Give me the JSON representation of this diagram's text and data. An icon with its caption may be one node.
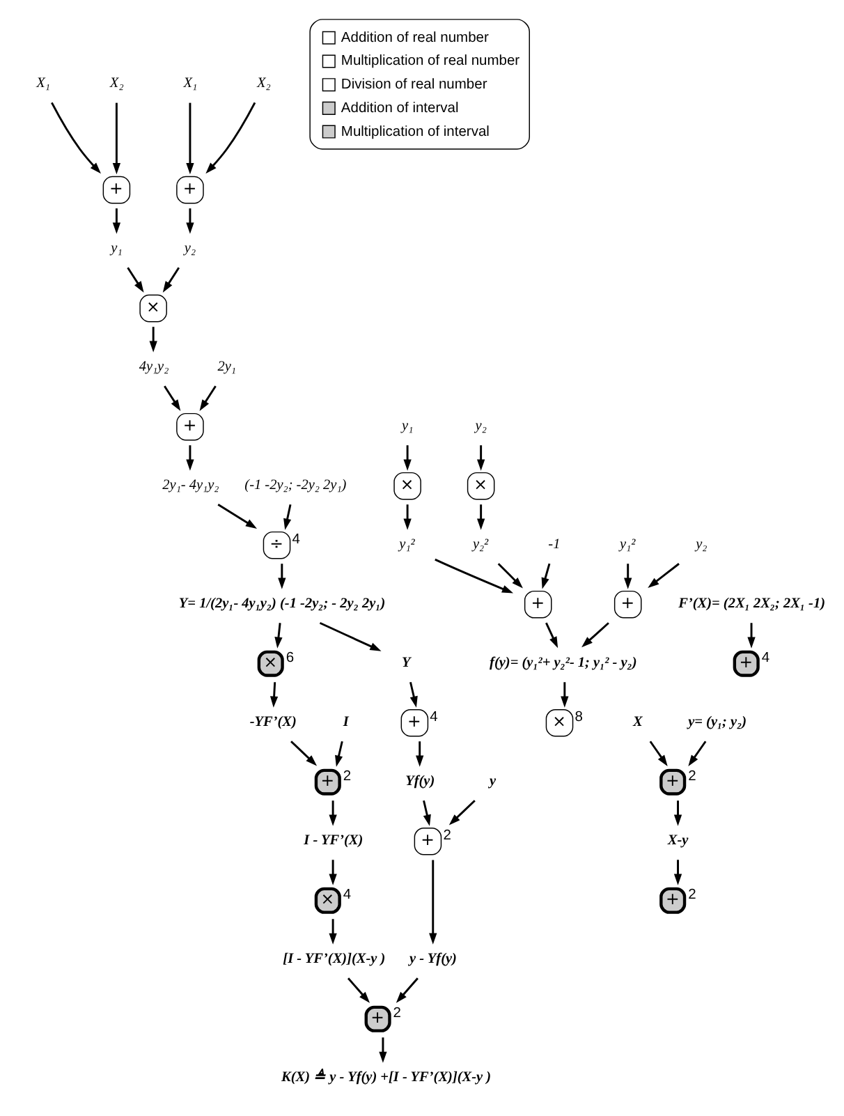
{
  "diagram": {
    "nodes": [
      {
        "text": [
          "X₁"
        ]
      },
      {
        "text": [
          "X₂"
        ]
      },
      {
        "text": [
          "X₁"
        ]
      },
      {
        "text": [
          "X₂"
        ]
      },
      {
        "text": [
          "+"
        ]
      },
      {
        "text": [
          "+"
        ]
      },
      {
        "text": [
          "y₁"
        ]
      },
      {
        "text": [
          "y₂"
        ]
      },
      {
        "text": [
          "×"
        ]
      },
      {
        "text": [
          "2y₁"
        ]
      },
      {
        "text": [
          "4y₁y₂"
        ]
      },
      {
        "text": [
          "+"
        ]
      },
      {
        "text": [
          "y₁"
        ]
      },
      {
        "text": [
          "y₂"
        ]
      },
      {
        "text": [
          "2y₁- 4y₁y₂"
        ]
      },
      {
        "text": [
          "(-1 -2y₂; -2y₂ 2y₁)"
        ]
      },
      {
        "text": [
          "×"
        ]
      },
      {
        "text": [
          "×"
        ]
      },
      {
        "text": [
          "÷"
        ],
        "beside": [
          "4"
        ]
      },
      {
        "text": [
          "y₁²"
        ]
      },
      {
        "text": [
          "y₂²"
        ]
      },
      {
        "text": [
          "-1"
        ]
      },
      {
        "text": [
          "y₁²"
        ]
      },
      {
        "text": [
          "y₂"
        ]
      },
      {
        "text": [
          "Y= 1/(2y₁- 4y₁y₂) (-1 -2y₂; - 2y₂ 2y₁)"
        ]
      },
      {
        "text": [
          "F’(X)= (2X₁ 2X₂; 2X₁ -1)"
        ]
      },
      {
        "text": [
          "+"
        ]
      },
      {
        "text": [
          "+"
        ]
      },
      {
        "text": [
          "×"
        ],
        "beside": [
          "6"
        ]
      },
      {
        "text": [
          "+"
        ],
        "beside": [
          "4"
        ]
      },
      {
        "text": [
          "f(y)= (y₁²+ y₂²- 1; y₁² - y₂)"
        ]
      },
      {
        "text": [
          "Y"
        ]
      },
      {
        "text": [
          "I"
        ]
      },
      {
        "text": [
          "-YF’(X)"
        ]
      },
      {
        "text": [
          "X"
        ]
      },
      {
        "text": [
          "y= (y₁; y₂)"
        ]
      },
      {
        "text": [
          "×"
        ],
        "beside": [
          "8"
        ]
      },
      {
        "text": [
          "+"
        ],
        "beside": [
          "4"
        ]
      },
      {
        "text": [
          "+"
        ],
        "beside": [
          "2"
        ]
      },
      {
        "text": [
          "+"
        ],
        "beside": [
          "2"
        ]
      },
      {
        "text": [
          "y"
        ]
      },
      {
        "text": [
          "Yf(y)"
        ]
      },
      {
        "text": [
          "I - YF’(X)"
        ]
      },
      {
        "text": [
          "X-y"
        ]
      },
      {
        "text": [
          "+"
        ],
        "beside": [
          "2"
        ]
      },
      {
        "text": [
          "×"
        ],
        "beside": [
          "4"
        ]
      },
      {
        "text": [
          "+"
        ],
        "beside": [
          "2"
        ]
      },
      {
        "text": [
          "y - Yf(y)"
        ]
      },
      {
        "text": [
          "[I - YF’(X)](X-y )"
        ]
      },
      {
        "text": [
          "+"
        ],
        "beside": [
          "2"
        ]
      },
      {
        "text": [
          "K(X) ≜ y - Yf(y) +[I - YF’(X)](X-y )"
        ]
      }
    ],
    "edges": [
      {
        "from": 0,
        "to": 4,
        "arrow": "to"
      },
      {
        "from": 1,
        "to": 4,
        "arrow": "to"
      },
      {
        "from": 2,
        "to": 5,
        "arrow": "to"
      },
      {
        "from": 3,
        "to": 5,
        "arrow": "to"
      },
      {
        "from": 4,
        "to": 6,
        "arrow": "to"
      },
      {
        "from": 5,
        "to": 7,
        "arrow": "to"
      },
      {
        "from": 6,
        "to": 8,
        "arrow": "to"
      },
      {
        "from": 7,
        "to": 8,
        "arrow": "to"
      },
      {
        "from": 8,
        "to": 10,
        "arrow": "to"
      },
      {
        "from": 9,
        "to": 11,
        "arrow": "to"
      },
      {
        "from": 10,
        "to": 11,
        "arrow": "to"
      },
      {
        "from": 11,
        "to": 14,
        "arrow": "to"
      },
      {
        "from": 12,
        "to": 16,
        "arrow": "to"
      },
      {
        "from": 13,
        "to": 17,
        "arrow": "to"
      },
      {
        "from": 16,
        "to": 19,
        "arrow": "to"
      },
      {
        "from": 17,
        "to": 20,
        "arrow": "to"
      },
      {
        "from": 14,
        "to": 18,
        "arrow": "to"
      },
      {
        "from": 15,
        "to": 18,
        "arrow": "to"
      },
      {
        "from": 18,
        "to": 24,
        "arrow": "to"
      },
      {
        "from": 19,
        "to": 26,
        "arrow": "to"
      },
      {
        "from": 20,
        "to": 26,
        "arrow": "to"
      },
      {
        "from": 21,
        "to": 26,
        "arrow": "to"
      },
      {
        "from": 22,
        "to": 27,
        "arrow": "to"
      },
      {
        "from": 23,
        "to": 27,
        "arrow": "to"
      },
      {
        "from": 26,
        "to": 30,
        "arrow": "to"
      },
      {
        "from": 27,
        "to": 30,
        "arrow": "to"
      },
      {
        "from": 24,
        "to": 31,
        "arrow": "to"
      },
      {
        "from": 24,
        "to": 28,
        "arrow": "to"
      },
      {
        "from": 25,
        "to": 29,
        "arrow": "to"
      },
      {
        "from": 28,
        "to": 33,
        "arrow": "to"
      },
      {
        "from": 30,
        "to": 36,
        "arrow": "to"
      },
      {
        "from": 31,
        "to": 37,
        "arrow": "to"
      },
      {
        "from": 37,
        "to": 41,
        "arrow": "to"
      },
      {
        "from": 32,
        "to": 38,
        "arrow": "to"
      },
      {
        "from": 33,
        "to": 38,
        "arrow": "to"
      },
      {
        "from": 38,
        "to": 42,
        "arrow": "to"
      },
      {
        "from": 34,
        "to": 39,
        "arrow": "to"
      },
      {
        "from": 35,
        "to": 39,
        "arrow": "to"
      },
      {
        "from": 39,
        "to": 43,
        "arrow": "to"
      },
      {
        "from": 40,
        "to": 44,
        "arrow": "to"
      },
      {
        "from": 41,
        "to": 44,
        "arrow": "to"
      },
      {
        "from": 44,
        "to": 47,
        "arrow": "to"
      },
      {
        "from": 42,
        "to": 45,
        "arrow": "to"
      },
      {
        "from": 43,
        "to": 46,
        "arrow": "to"
      },
      {
        "from": 45,
        "to": 48,
        "arrow": "to"
      },
      {
        "from": 47,
        "to": 49,
        "arrow": "to"
      },
      {
        "from": 48,
        "to": 49,
        "arrow": "to"
      },
      {
        "from": 49,
        "to": 50,
        "arrow": "to"
      }
    ],
    "legend": [
      {
        "text": "Addition of real number",
        "color": "#ffffff"
      },
      {
        "text": "Multiplication of real number",
        "color": "#ffffff"
      },
      {
        "text": "Division of real number",
        "color": "#ffffff"
      },
      {
        "text": "Addition of interval",
        "color": "#cccccc"
      },
      {
        "text": "Multiplication of interval",
        "color": "#cccccc"
      }
    ]
  }
}
